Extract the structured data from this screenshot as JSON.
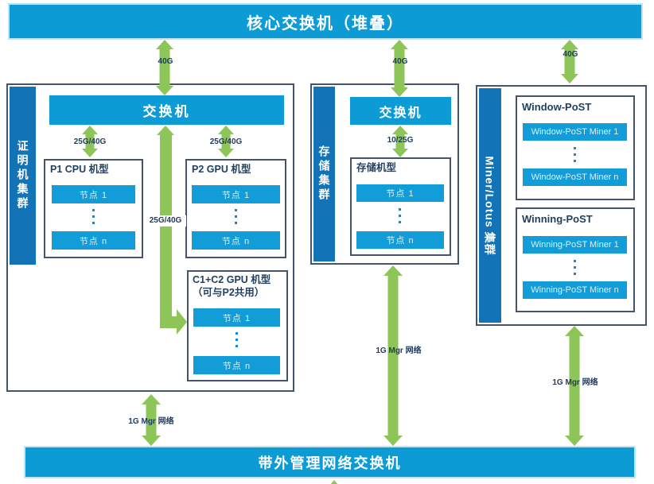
{
  "header": {
    "core_switch": "核心交换机（堆叠）"
  },
  "footer": {
    "oob_switch": "带外管理网络交换机"
  },
  "links": {
    "core_to_proving": "40G",
    "core_to_storage": "40G",
    "core_to_miner": "40G",
    "switch_to_p1": "25G/40G",
    "switch_to_p2": "25G/40G",
    "switch_to_c1c2": "25G/40G",
    "switch_to_storage_machine": "10/25G",
    "mgr_proving": "1G Mgr 网络",
    "mgr_storage": "1G Mgr 网络",
    "mgr_miner": "1G Mgr 网络"
  },
  "clusters": {
    "proving": {
      "label": "证明机集群",
      "switch_label": "交换机",
      "p1_box": {
        "title": "P1 CPU 机型",
        "first_node": "节点 1",
        "last_node": "节点 n"
      },
      "p2_box": {
        "title": "P2 GPU 机型",
        "first_node": "节点 1",
        "last_node": "节点 n"
      },
      "c1c2_box": {
        "title_line1": "C1+C2 GPU 机型",
        "title_line2": "（可与P2共用）",
        "first_node": "节点 1",
        "last_node": "节点 n"
      }
    },
    "storage": {
      "label": "存储集群",
      "switch_label": "交换机",
      "machine_box": {
        "title": "存储机型",
        "first_node": "节点 1",
        "last_node": "节点 n"
      }
    },
    "miner_lotus": {
      "label": "Miner/Lotus 集群",
      "window_box": {
        "title": "Window-PoST",
        "first_node": "Window-PoST Miner 1",
        "last_node": "Window-PoST Miner n"
      },
      "winning_box": {
        "title": "Winning-PoST",
        "first_node": "Winning-PoST Miner 1",
        "last_node": "Winning-PoST Miner n"
      }
    }
  },
  "colors": {
    "bar_blue": "#0d9bd6",
    "strip_blue": "#1273b7",
    "arrow_green": "#8ec559",
    "box_border": "#44546a",
    "label_text": "#1f3a5f"
  }
}
